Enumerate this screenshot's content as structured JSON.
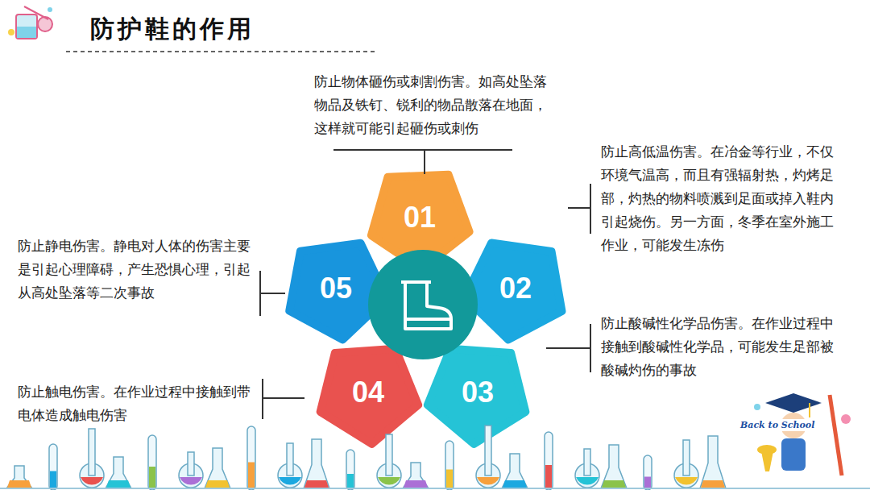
{
  "diagram": {
    "title": "防护鞋的作用",
    "nodes": [
      {
        "text": [
          "01"
        ]
      },
      {
        "text": [
          "02"
        ]
      },
      {
        "text": [
          "03"
        ]
      },
      {
        "text": [
          "04"
        ]
      },
      {
        "text": [
          "05"
        ]
      }
    ],
    "labels": [
      "防止物体砸伤或刺割伤害。如高处坠落物品及铁钉、锐利的物品散落在地面，这样就可能引起砸伤或刺伤",
      "防止高低温伤害。在冶金等行业，不仅环境气温高，而且有强辐射热，灼烤足部，灼热的物料喷溅到足面或掉入鞋内引起烧伤。另一方面，冬季在室外施工作业，可能发生冻伤",
      "防止静电伤害。静电对人体的伤害主要是引起心理障碍，产生恐惧心理，引起从高处坠落等二次事故",
      "防止酸碱性化学品伤害。在作业过程中接触到酸碱性化学品，可能发生足部被酸碱灼伤的事故",
      "防止触电伤害。在作业过程中接触到带电体造成触电伤害",
      "Back to School"
    ]
  }
}
